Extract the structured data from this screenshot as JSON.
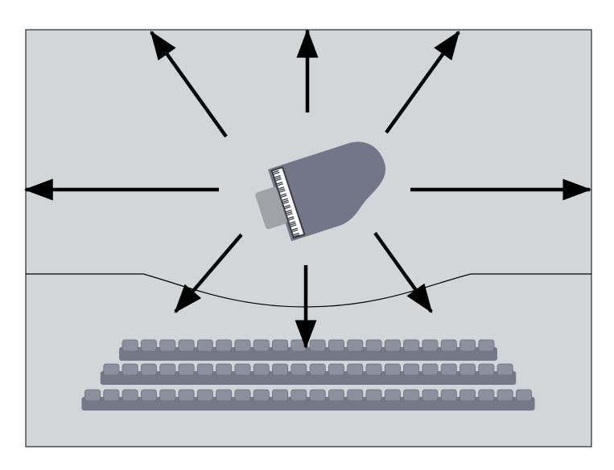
{
  "colors": {
    "background": "#ffffff",
    "room_fill": "#d2d6d8",
    "outline": "#000000",
    "piano_body": "#737689",
    "piano_keys_white": "#ffffff",
    "piano_keys_black": "#2b2b33",
    "piano_bench": "#a0a2a7",
    "seat_back": "#8c8f9e",
    "seat_base": "#757889",
    "arrow": "#000000"
  },
  "icons": {
    "instrument": "grand-piano-icon",
    "bench": "piano-bench-icon",
    "seat": "audience-seat-icon",
    "direction": "sound-direction-arrow-icon"
  },
  "seating": {
    "rows": [
      {
        "row": 1,
        "seats": 20
      },
      {
        "row": 2,
        "seats": 22
      },
      {
        "row": 3,
        "seats": 24
      }
    ]
  },
  "sound_directions": [
    "up-left",
    "up",
    "up-right",
    "left",
    "right",
    "down-left",
    "down",
    "down-right"
  ]
}
